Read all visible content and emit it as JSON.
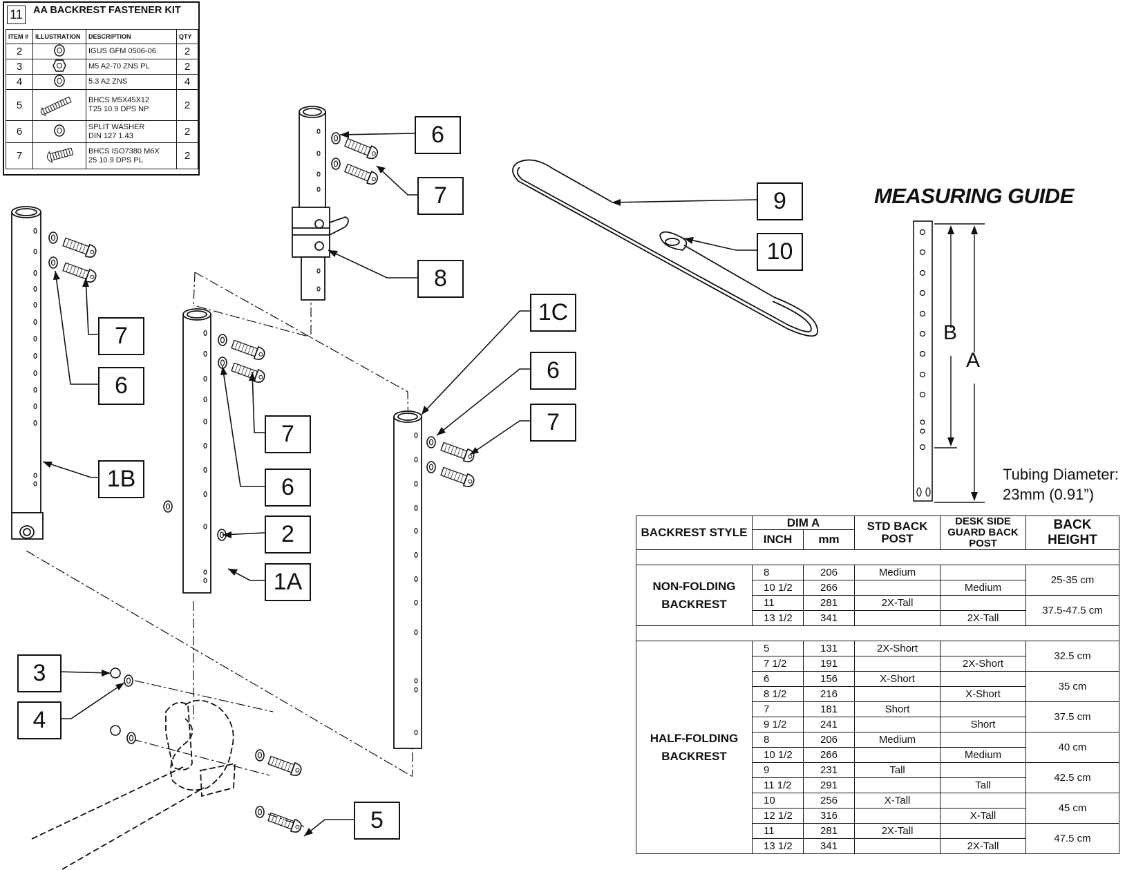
{
  "kit": {
    "number": "11",
    "title": "AA BACKREST FASTENER KIT",
    "headers": [
      "ITEM #",
      "ILLUSTRATION",
      "DESCRIPTION",
      "QTY"
    ],
    "rows": [
      {
        "item": "2",
        "desc": "IGUS GFM 0506-06",
        "qty": "2",
        "icon": "bushing-icon"
      },
      {
        "item": "3",
        "desc": "M5 A2-70 ZNS PL",
        "qty": "2",
        "icon": "nut-icon"
      },
      {
        "item": "4",
        "desc": "5.3 A2 ZNS",
        "qty": "4",
        "icon": "washer-icon"
      },
      {
        "item": "5",
        "desc": "BHCS M5X45X12\nT25 10.9 DPS NP",
        "qty": "2",
        "icon": "long-bolt-icon"
      },
      {
        "item": "6",
        "desc": "SPLIT WASHER\nDIN 127 1.43",
        "qty": "2",
        "icon": "split-washer-icon"
      },
      {
        "item": "7",
        "desc": "BHCS ISO7380 M6X\n25 10.9 DPS PL",
        "qty": "2",
        "icon": "short-bolt-icon"
      }
    ]
  },
  "callouts": {
    "c6_top": "6",
    "c7_top": "7",
    "c8": "8",
    "c9": "9",
    "c10": "10",
    "c7_left": "7",
    "c6_left": "6",
    "c1b": "1B",
    "c7_mid": "7",
    "c6_mid": "6",
    "c2": "2",
    "c1a": "1A",
    "c1c": "1C",
    "c6_right": "6",
    "c7_right": "7",
    "c3": "3",
    "c4": "4",
    "c5": "5"
  },
  "guide": {
    "title": "MEASURING GUIDE",
    "label_b": "B",
    "label_a": "A",
    "tubing_line1": "Tubing Diameter:",
    "tubing_line2": "23mm (0.91”)"
  },
  "backrest_table": {
    "headers": {
      "style": "BACKREST STYLE",
      "dim_a": "DIM A",
      "inch": "INCH",
      "mm": "mm",
      "std": "STD BACK\nPOST",
      "desk": "DESK SIDE\nGUARD BACK\nPOST",
      "height": "BACK\nHEIGHT"
    },
    "groups": [
      {
        "style": "NON-FOLDING\nBACKREST",
        "rows": [
          {
            "inch": "8",
            "mm": "206",
            "std": "Medium",
            "desk": ""
          },
          {
            "inch": "10 1/2",
            "mm": "266",
            "std": "",
            "desk": "Medium"
          },
          {
            "inch": "11",
            "mm": "281",
            "std": "2X-Tall",
            "desk": ""
          },
          {
            "inch": "13 1/2",
            "mm": "341",
            "std": "",
            "desk": "2X-Tall"
          }
        ],
        "heights": [
          "25-35 cm",
          "37.5-47.5 cm"
        ]
      },
      {
        "style": "HALF-FOLDING\nBACKREST",
        "rows": [
          {
            "inch": "5",
            "mm": "131",
            "std": "2X-Short",
            "desk": ""
          },
          {
            "inch": "7 1/2",
            "mm": "191",
            "std": "",
            "desk": "2X-Short"
          },
          {
            "inch": "6",
            "mm": "156",
            "std": "X-Short",
            "desk": ""
          },
          {
            "inch": "8 1/2",
            "mm": "216",
            "std": "",
            "desk": "X-Short"
          },
          {
            "inch": "7",
            "mm": "181",
            "std": "Short",
            "desk": ""
          },
          {
            "inch": "9 1/2",
            "mm": "241",
            "std": "",
            "desk": "Short"
          },
          {
            "inch": "8",
            "mm": "206",
            "std": "Medium",
            "desk": ""
          },
          {
            "inch": "10 1/2",
            "mm": "266",
            "std": "",
            "desk": "Medium"
          },
          {
            "inch": "9",
            "mm": "231",
            "std": "Tall",
            "desk": ""
          },
          {
            "inch": "11 1/2",
            "mm": "291",
            "std": "",
            "desk": "Tall"
          },
          {
            "inch": "10",
            "mm": "256",
            "std": "X-Tall",
            "desk": ""
          },
          {
            "inch": "12 1/2",
            "mm": "316",
            "std": "",
            "desk": "X-Tall"
          },
          {
            "inch": "11",
            "mm": "281",
            "std": "2X-Tall",
            "desk": ""
          },
          {
            "inch": "13 1/2",
            "mm": "341",
            "std": "",
            "desk": "2X-Tall"
          }
        ],
        "heights": [
          "32.5 cm",
          "35 cm",
          "37.5 cm",
          "40 cm",
          "42.5 cm",
          "45 cm",
          "47.5 cm"
        ]
      }
    ]
  }
}
